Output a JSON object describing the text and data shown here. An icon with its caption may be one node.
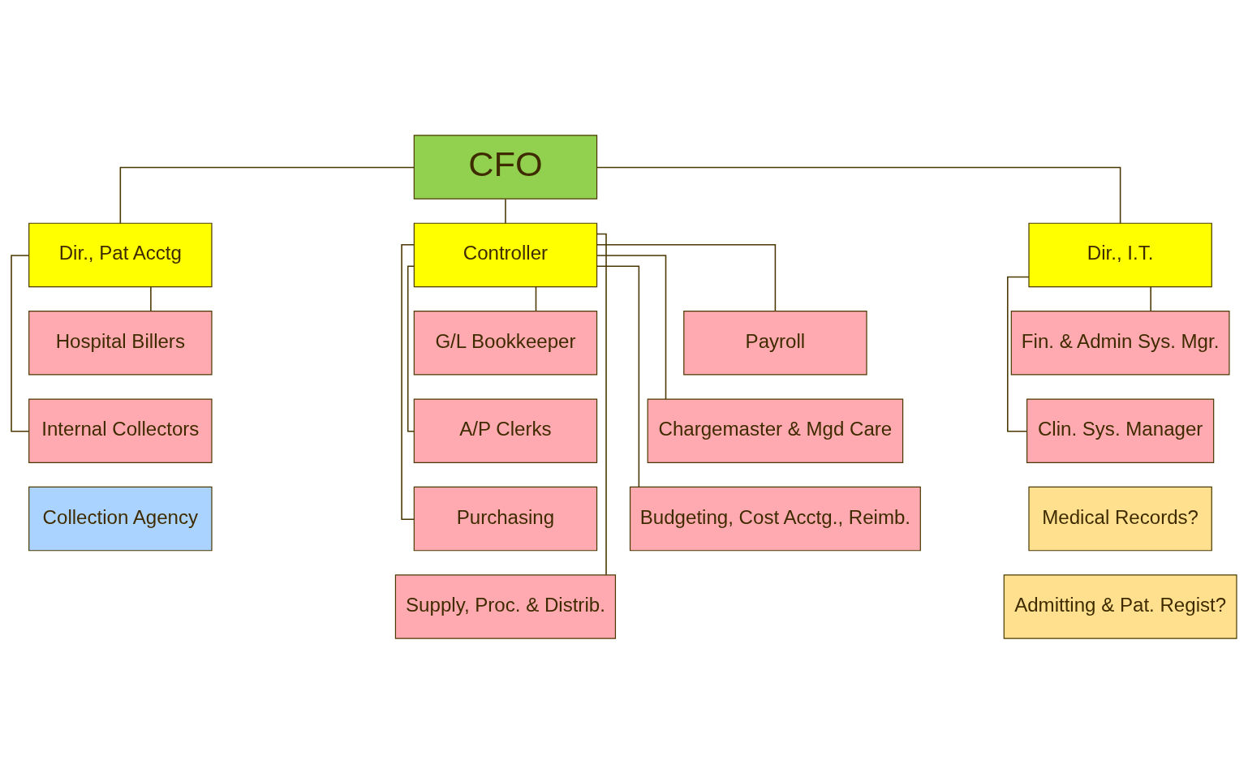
{
  "diagram": {
    "nodes": [
      {
        "text": [
          "CFO"
        ]
      },
      {
        "text": [
          "Dir., Pat Acctg"
        ]
      },
      {
        "text": [
          "Controller"
        ]
      },
      {
        "text": [
          "Dir., I.T."
        ]
      },
      {
        "text": [
          "Hospital Billers"
        ]
      },
      {
        "text": [
          "G/L Bookkeeper"
        ]
      },
      {
        "text": [
          "Payroll"
        ]
      },
      {
        "text": [
          "Fin. & Admin Sys. Mgr."
        ]
      },
      {
        "text": [
          "Internal Collectors"
        ]
      },
      {
        "text": [
          "A/P Clerks"
        ]
      },
      {
        "text": [
          "Chargemaster & Mgd Care"
        ]
      },
      {
        "text": [
          "Clin. Sys. Manager"
        ]
      },
      {
        "text": [
          "Collection Agency"
        ]
      },
      {
        "text": [
          "Purchasing"
        ]
      },
      {
        "text": [
          "Budgeting, Cost Acctg., Reimb."
        ]
      },
      {
        "text": [
          "Medical Records?"
        ]
      },
      {
        "text": [
          "Supply, Proc. & Distrib."
        ]
      },
      {
        "text": [
          "Admitting & Pat. Regist?"
        ]
      }
    ],
    "edges": [
      {
        "from": 0,
        "to": 1,
        "arrow": "none"
      },
      {
        "from": 0,
        "to": 2,
        "arrow": "none"
      },
      {
        "from": 0,
        "to": 3,
        "arrow": "none"
      },
      {
        "from": 1,
        "to": 4,
        "arrow": "none"
      },
      {
        "from": 1,
        "to": 8,
        "arrow": "none"
      },
      {
        "from": 2,
        "to": 5,
        "arrow": "none"
      },
      {
        "from": 2,
        "to": 6,
        "arrow": "none"
      },
      {
        "from": 2,
        "to": 9,
        "arrow": "none"
      },
      {
        "from": 2,
        "to": 10,
        "arrow": "none"
      },
      {
        "from": 2,
        "to": 13,
        "arrow": "none"
      },
      {
        "from": 2,
        "to": 14,
        "arrow": "none"
      },
      {
        "from": 2,
        "to": 16,
        "arrow": "none"
      },
      {
        "from": 3,
        "to": 7,
        "arrow": "none"
      },
      {
        "from": 3,
        "to": 11,
        "arrow": "none"
      }
    ]
  }
}
